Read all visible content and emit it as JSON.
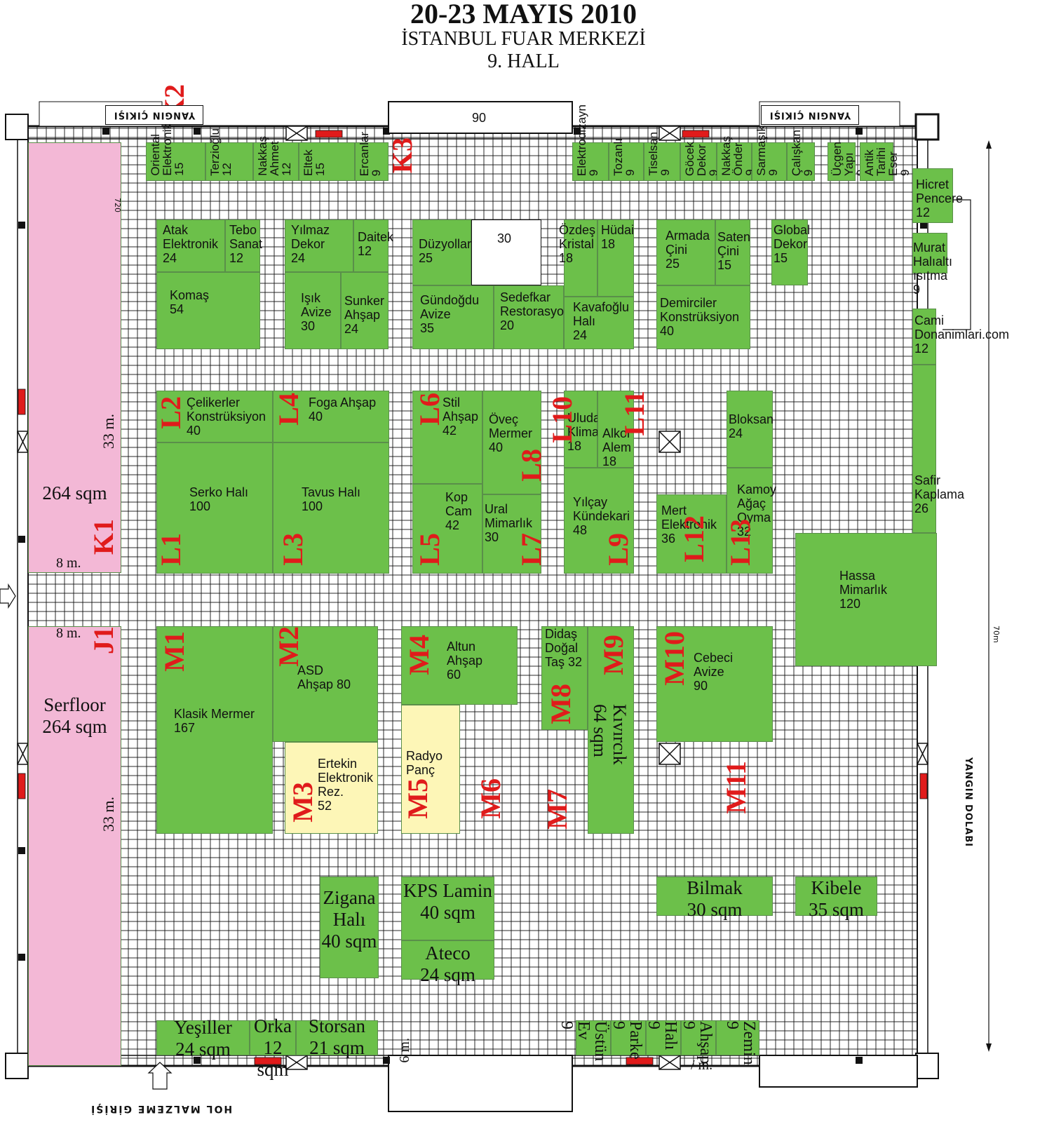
{
  "header": {
    "date": "20-23 MAYIS 2010",
    "venue": "İSTANBUL FUAR MERKEZİ",
    "hall": "9. HALL"
  },
  "colors": {
    "booth_green": "#6cc04a",
    "carpet_pink": "#f3b8d6",
    "reserved_yellow": "#fdf6b7",
    "code_red": "#e01b1b",
    "grid_line": "#111111"
  },
  "booths": [
    {
      "key": "k1",
      "label": "264 sqm",
      "color": "pink"
    },
    {
      "key": "j1",
      "label": "Serfloor\n264 sqm",
      "color": "pink"
    },
    {
      "key": "oriental",
      "label": "Oriental\nElektronik\n15",
      "color": "green"
    },
    {
      "key": "terzioglu",
      "label": "Terzioğlu\n12",
      "color": "green"
    },
    {
      "key": "nakkas_ahmet",
      "label": "Nakkaş\nAhmet 12",
      "color": "green"
    },
    {
      "key": "eltek",
      "label": "Eltek 15",
      "color": "green"
    },
    {
      "key": "ercanlar",
      "label": "Ercanlar\n9",
      "color": "green"
    },
    {
      "key": "stand90",
      "label": "90",
      "color": "white"
    },
    {
      "key": "elektrodizayn",
      "label": "Elektrodizayn 9",
      "color": "green"
    },
    {
      "key": "tozanli",
      "label": "Tozanlı\n9",
      "color": "green"
    },
    {
      "key": "tiselsan",
      "label": "Tiselsan\n9",
      "color": "green"
    },
    {
      "key": "gocek",
      "label": "Göcek\nDekor 9",
      "color": "green"
    },
    {
      "key": "nakkas_onder",
      "label": "Nakkaş\nÖnder 9",
      "color": "green"
    },
    {
      "key": "sarmasik",
      "label": "Sarmaşık\n9",
      "color": "green"
    },
    {
      "key": "caliskan",
      "label": "Çalışkan\n9",
      "color": "green"
    },
    {
      "key": "ucgen",
      "label": "Üçgen Yapı\n9",
      "color": "green"
    },
    {
      "key": "antik",
      "label": "Antik Tarihi Eser\n9",
      "color": "green"
    },
    {
      "key": "hicret",
      "label": "Hicret\nPencere 12",
      "color": "green"
    },
    {
      "key": "murat",
      "label": "Murat Halıaltı ısıtma 9",
      "color": "green"
    },
    {
      "key": "cami",
      "label": "Cami\nDonanimlari.com\n12",
      "color": "green"
    },
    {
      "key": "safir",
      "label": "Safir\nKaplama\n26",
      "color": "green"
    },
    {
      "key": "atak",
      "label": "Atak\nElektronik\n24",
      "color": "green"
    },
    {
      "key": "tebo",
      "label": "Tebo\nSanat\n12",
      "color": "green"
    },
    {
      "key": "yilmaz",
      "label": "Yılmaz\nDekor\n24",
      "color": "green"
    },
    {
      "key": "daitek",
      "label": "Daitek\n12",
      "color": "green"
    },
    {
      "key": "komas",
      "label": "Komaş\n54",
      "color": "green"
    },
    {
      "key": "isik",
      "label": "Işık\nAvize\n30",
      "color": "green"
    },
    {
      "key": "sunker",
      "label": "Sunker\nAhşap\n24",
      "color": "green"
    },
    {
      "key": "duzyollar",
      "label": "Düzyollar\n25",
      "color": "green"
    },
    {
      "key": "stand30",
      "label": "30",
      "color": "white"
    },
    {
      "key": "gundogdu",
      "label": "Gündoğdu\nAvize\n35",
      "color": "green"
    },
    {
      "key": "sedefkar",
      "label": "Sedefkar\nRestorasyon\n20",
      "color": "green"
    },
    {
      "key": "ozdes",
      "label": "Özdeş\nKristal\n18",
      "color": "green"
    },
    {
      "key": "hudai",
      "label": "Hüdai\n18",
      "color": "green"
    },
    {
      "key": "kavafoglu",
      "label": "Kavafoğlu\nHalı\n24",
      "color": "green"
    },
    {
      "key": "armada",
      "label": "Armada\nÇini\n25",
      "color": "green"
    },
    {
      "key": "saten",
      "label": "Saten\nÇini\n15",
      "color": "green"
    },
    {
      "key": "global",
      "label": "Global\nDekor\n15",
      "color": "green"
    },
    {
      "key": "demirciler",
      "label": "Demirciler\nKonstrüksiyon\n40",
      "color": "green"
    },
    {
      "key": "celikerler",
      "label": "Çelikerler\nKonstrüksiyon\n40",
      "color": "green"
    },
    {
      "key": "foga",
      "label": "Foga Ahşap\n40",
      "color": "green"
    },
    {
      "key": "serko",
      "label": "Serko Halı\n100",
      "color": "green"
    },
    {
      "key": "tavus",
      "label": "Tavus Halı\n100",
      "color": "green"
    },
    {
      "key": "stil",
      "label": "Stil\nAhşap\n42",
      "color": "green"
    },
    {
      "key": "ovec",
      "label": "Öveç\nMermer\n40",
      "color": "green"
    },
    {
      "key": "kop",
      "label": "Kop\nCam\n42",
      "color": "green"
    },
    {
      "key": "ural",
      "label": "Ural\nMimarlık\n30",
      "color": "green"
    },
    {
      "key": "uludag",
      "label": "Uludağ\nKlima\n18",
      "color": "green"
    },
    {
      "key": "alkor",
      "label": "Alkor\nAlem\n18",
      "color": "green"
    },
    {
      "key": "yilcay",
      "label": "Yılçay\nKündekari\n48",
      "color": "green"
    },
    {
      "key": "bloksan",
      "label": "Bloksan\n24",
      "color": "green"
    },
    {
      "key": "mert",
      "label": "Mert\nElektronik\n36",
      "color": "green"
    },
    {
      "key": "kamoy",
      "label": "Kamoy\nAğaç\nOyma\n32",
      "color": "green"
    },
    {
      "key": "hassa",
      "label": "Hassa\nMimarlık\n120",
      "color": "green"
    },
    {
      "key": "klasik",
      "label": "Klasik Mermer\n167",
      "color": "green"
    },
    {
      "key": "asd",
      "label": "ASD\nAhşap 80",
      "color": "green"
    },
    {
      "key": "ertekin",
      "label": "Ertekin\nElektronik\nRez.\n52",
      "color": "yellow"
    },
    {
      "key": "altun",
      "label": "Altun\nAhşap\n60",
      "color": "green"
    },
    {
      "key": "radyo",
      "label": "Radyo\nPanç",
      "color": "yellow"
    },
    {
      "key": "didas",
      "label": "Didaş\nDoğal\nTaş 32",
      "color": "green"
    },
    {
      "key": "kivircik",
      "label": "Kıvırcık\n64 sqm",
      "color": "green"
    },
    {
      "key": "cebeci",
      "label": "Cebeci\nAvize\n90",
      "color": "green"
    },
    {
      "key": "zigana",
      "label": "Zigana\nHalı\n40 sqm",
      "color": "green"
    },
    {
      "key": "kps",
      "label": "KPS Lamin\n40 sqm",
      "color": "green"
    },
    {
      "key": "ateco",
      "label": "Ateco\n24 sqm",
      "color": "green"
    },
    {
      "key": "bilmak",
      "label": "Bilmak\n30 sqm",
      "color": "green"
    },
    {
      "key": "kibele",
      "label": "Kibele\n35 sqm",
      "color": "green"
    },
    {
      "key": "yesiller",
      "label": "Yeşiller\n24 sqm",
      "color": "green"
    },
    {
      "key": "orka",
      "label": "Orka\n12 sqm",
      "color": "green"
    },
    {
      "key": "storsan",
      "label": "Storsan\n21 sqm",
      "color": "green"
    },
    {
      "key": "ustun",
      "label": "Üstün Ev\n9",
      "color": "green"
    },
    {
      "key": "parke",
      "label": "Parke\n9",
      "color": "green"
    },
    {
      "key": "hali9",
      "label": "Halı\n9",
      "color": "green"
    },
    {
      "key": "ahsap9",
      "label": "Ahşap\n9",
      "color": "green"
    },
    {
      "key": "zemin",
      "label": "Zemin 9",
      "color": "green"
    }
  ],
  "codes": [
    "K1",
    "K2",
    "K3",
    "J1",
    "L1",
    "L2",
    "L3",
    "L4",
    "L5",
    "L6",
    "L7",
    "L8",
    "L9",
    "L10",
    "L11",
    "L12",
    "L13",
    "M1",
    "M2",
    "M3",
    "M4",
    "M5",
    "M6",
    "M7",
    "M8",
    "M9",
    "M10",
    "M11"
  ],
  "labels": {
    "exit_left": "YANGIN ÇIKIŞI",
    "exit_right": "YANGIN ÇIKIŞI",
    "fire_cabinet": "YANGIN DOLABI",
    "material_entrance": "HOL MALZEME GİRİŞİ",
    "dim_720": "720",
    "dim_33m_top": "33 m.",
    "dim_8m_top": "8 m.",
    "dim_8m_bottom": "8 m.",
    "dim_33m_bottom": "33 m.",
    "dim_70m": "70m",
    "dim_6m": "6 m.",
    "dim_bottom_m": "/ m."
  }
}
